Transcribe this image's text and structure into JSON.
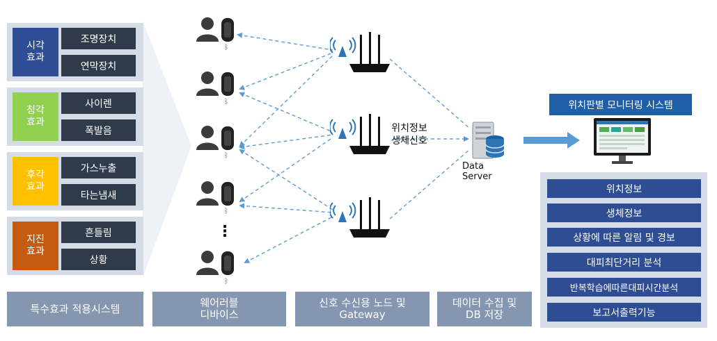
{
  "effects": [
    {
      "name": "시각\n효과",
      "color": "#2e4d92",
      "items": [
        "조명장치",
        "연막장치"
      ]
    },
    {
      "name": "청각\n효과",
      "color": "#92d050",
      "items": [
        "사이렌",
        "폭발음"
      ]
    },
    {
      "name": "후각\n효과",
      "color": "#ffc000",
      "items": [
        "가스누출",
        "타는냄새"
      ]
    },
    {
      "name": "지진\n효과",
      "color": "#c55a11",
      "items": [
        "흔들림",
        "상황"
      ]
    }
  ],
  "bottom_labels": {
    "effects": "특수효과 적용시스템",
    "wearable_1": "웨어러블",
    "wearable_2": "디바이스",
    "node_1": "신호 수신용 노드 및",
    "node_2": "Gateway",
    "db_1": "데이터 수집  및",
    "db_2": "DB 저장"
  },
  "signal_label": {
    "line1": "위치정보",
    "line2": "생체신호"
  },
  "server_label": {
    "line1": "Data",
    "line2": "Server"
  },
  "monitor_title": "위치판별 모니터링 시스템",
  "features": [
    "위치정보",
    "생체정보",
    "상황에 따른 알림 및 경보",
    "대피최단거리 분석",
    "반복학습에따른대피시간분석",
    "보고서출력기능"
  ],
  "ellipsis": "⋮",
  "bluetooth_glyph": "ᛒ",
  "colors": {
    "accent": "#2e4d92",
    "panel": "#d6dce5",
    "label": "#8496b0",
    "dash": "#5b9bd5"
  }
}
